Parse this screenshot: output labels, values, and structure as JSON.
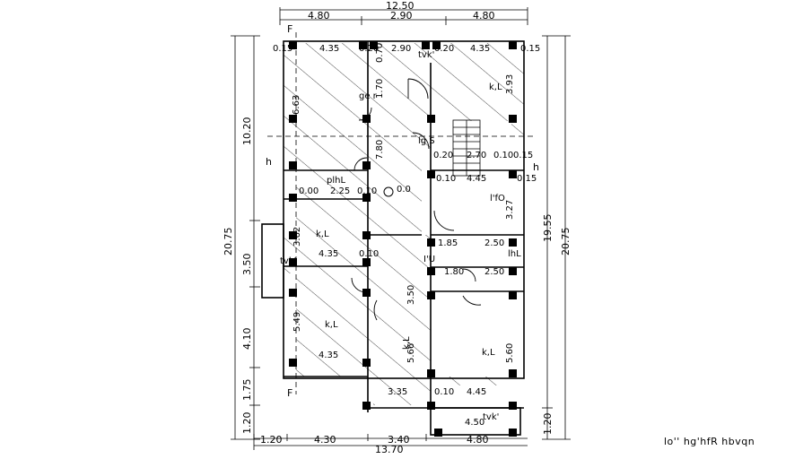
{
  "drawing": {
    "caption": "lo'' hg'hfR hbvqn",
    "top_dims": {
      "overall": "12.50",
      "left": "4.80",
      "mid": "2.90",
      "right": "4.80"
    },
    "bottom_dims": {
      "overall": "13.70",
      "a": "1.20",
      "b": "4.30",
      "c": "3.40",
      "d": "4.80"
    },
    "left_dims": {
      "overall": "20.75",
      "a": "10.20",
      "b": "3.50",
      "c": "4.10",
      "d": "1.75",
      "e": "1.20"
    },
    "right_dims": {
      "overall": "20.75",
      "inner": "19.55",
      "bottom": "1.20"
    },
    "room_labels": [
      {
        "id": "room-top-right",
        "text": "k,L"
      },
      {
        "id": "room-mid-left",
        "text": "k,L"
      },
      {
        "id": "room-bottom-left",
        "text": "k,L"
      },
      {
        "id": "room-bottom-right",
        "text": "k,L"
      },
      {
        "id": "room-center",
        "text": "k,L"
      },
      {
        "id": "room-right-mid",
        "text": "l'fO"
      },
      {
        "id": "room-kitchen",
        "text": "plhL"
      },
      {
        "id": "room-hall",
        "text": "I'U"
      },
      {
        "id": "room-wash",
        "text": "ge r"
      },
      {
        "id": "room-stair",
        "text": "lg S"
      },
      {
        "id": "room-entry",
        "text": "tvk'"
      },
      {
        "id": "room-wc-left",
        "text": "tvk'"
      },
      {
        "id": "room-wc-bottom",
        "text": "tvk'"
      },
      {
        "id": "room-right-small",
        "text": "lhL"
      }
    ],
    "inner_dims": [
      "0.15",
      "4.35",
      "0.20",
      "2.90",
      "0.20",
      "4.35",
      "0.15",
      "6.63",
      "3.93",
      "0.70",
      "7.80",
      "1.70",
      "0.20",
      "2.70",
      "0.10",
      "0.15",
      "0.10",
      "4.45",
      "0.15",
      "0.00",
      "2.25",
      "0.10",
      "3.27",
      "3.62",
      "4.35",
      "0.10",
      "1.85",
      "2.50",
      "1.80",
      "2.50",
      "5.49",
      "4.35",
      "5.66",
      "5.60",
      "3.35",
      "4.45",
      "0.10",
      "4.50",
      "3.50",
      "0.0"
    ],
    "markers": {
      "section_a": "h",
      "section_b": "h",
      "north": "F",
      "north2": "F"
    }
  }
}
